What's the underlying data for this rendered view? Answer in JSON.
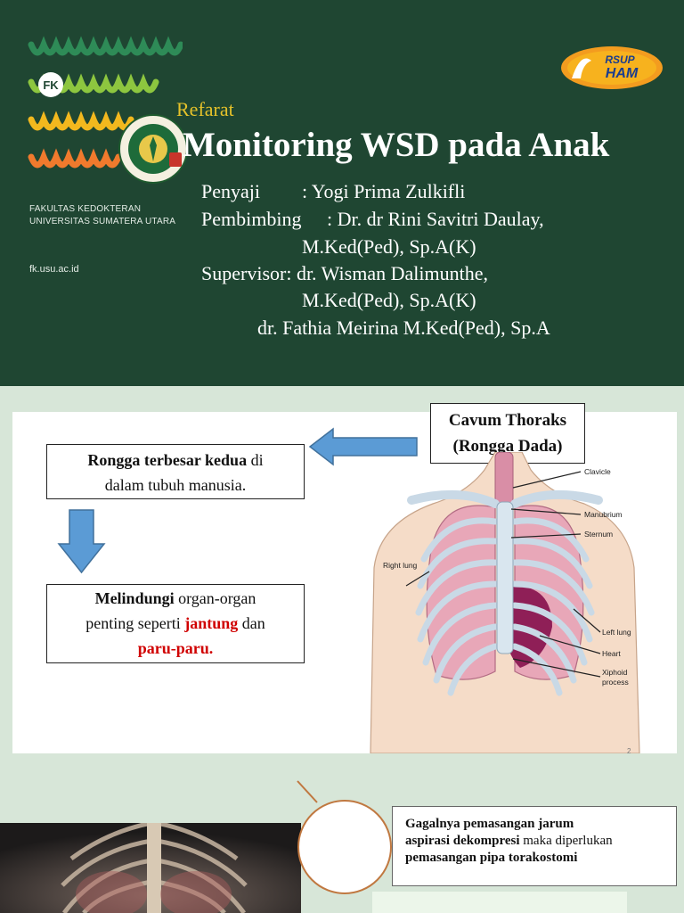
{
  "slide1": {
    "faculty_line1": "FAKULTAS KEDOKTERAN",
    "faculty_line2": "UNIVERSITAS SUMATERA UTARA",
    "faculty_url": "fk.usu.ac.id",
    "fk_badge": "FK",
    "rsup_logo": "RSUP",
    "rsup_logo_sub": "HAM",
    "refarat": "Refarat",
    "title": "Monitoring WSD pada Anak",
    "credits": [
      "Penyaji",
      ": Yogi Prima Zulkifli",
      "Pembimbing",
      ": Dr. dr Rini Savitri Daulay,",
      "M.Ked(Ped), Sp.A(K)",
      "Supervisor: dr. Wisman Dalimunthe,",
      "M.Ked(Ped), Sp.A(K)",
      "dr. Fathia Meirina M.Ked(Ped), Sp.A"
    ],
    "colors": {
      "background": "#1f4632",
      "title": "#ffffff",
      "refarat": "#e6c22a"
    }
  },
  "slide2": {
    "cavum_line1": "Cavum Thoraks",
    "cavum_line2": "(Rongga Dada)",
    "rongga_bold": "Rongga terbesar kedua",
    "rongga_rest1": " di",
    "rongga_line2": "dalam tubuh manusia.",
    "melindungi_bold": "Melindungi",
    "melindungi_rest": " organ-organ",
    "melindungi_line2a": "penting seperti ",
    "melindungi_jantung": "jantung",
    "melindungi_line2b": " dan",
    "melindungi_paru": "paru-paru.",
    "diagram_labels": {
      "clavicle": "Clavicle",
      "manubrium": "Manubrium",
      "sternum": "Sternum",
      "right_lung": "Right lung",
      "left_lung": "Left lung",
      "heart": "Heart",
      "xiphoid1": "Xiphoid",
      "xiphoid2": "process"
    },
    "page_number": "2",
    "colors": {
      "highlight_red": "#d00000",
      "arrow_blue": "#5b9bd5"
    }
  },
  "slide3": {
    "text_bold1": "Gagalnya pemasangan jarum",
    "text_bold2": "aspirasi dekompresi",
    "text_rest2": " maka diperlukan",
    "text_bold3": "pemasangan pipa torakostomi"
  }
}
